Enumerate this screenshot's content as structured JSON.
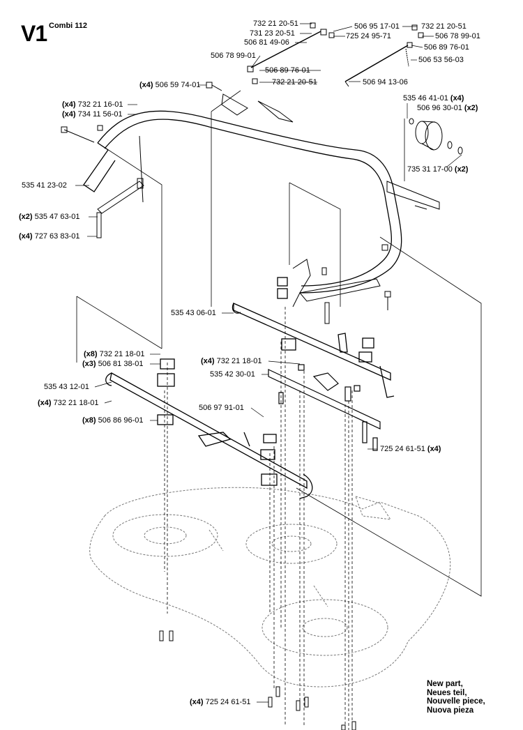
{
  "header": {
    "code": "V1",
    "model": "Combi 112"
  },
  "labels": [
    {
      "id": "p1",
      "qty": "",
      "part": "732 21 20-51"
    },
    {
      "id": "p2",
      "qty": "",
      "part": "506 95 17-01"
    },
    {
      "id": "p3",
      "qty": "",
      "part": "731 23 20-51"
    },
    {
      "id": "p4",
      "qty": "",
      "part": "725 24 95-71"
    },
    {
      "id": "p5",
      "qty": "",
      "part": "506 81 49-06"
    },
    {
      "id": "p6",
      "qty": "",
      "part": "506 78 99-01"
    },
    {
      "id": "p7",
      "qty": "",
      "part": "506 89 76-01"
    },
    {
      "id": "p8",
      "qty": "",
      "part": "732 21 20-51"
    },
    {
      "id": "p9",
      "qty": "",
      "part": "732 21 20-51"
    },
    {
      "id": "p10",
      "qty": "",
      "part": "506 78 99-01"
    },
    {
      "id": "p11",
      "qty": "",
      "part": "506 89 76-01"
    },
    {
      "id": "p12",
      "qty": "",
      "part": "506 53 56-03"
    },
    {
      "id": "p13",
      "qty": "",
      "part": "506 94 13-06"
    },
    {
      "id": "p14",
      "qty": "(x4)",
      "part": "506 59 74-01"
    },
    {
      "id": "p15",
      "qty": "(x4)",
      "part": "732 21 16-01"
    },
    {
      "id": "p16",
      "qty": "(x4)",
      "part": "734 11 56-01"
    },
    {
      "id": "p17",
      "qty": "",
      "part": "535 46 41-01",
      "suffix": "(x4)"
    },
    {
      "id": "p18",
      "qty": "",
      "part": "506 96 30-01",
      "suffix": "(x2)"
    },
    {
      "id": "p19",
      "qty": "",
      "part": "735 31 17-00",
      "suffix": "(x2)"
    },
    {
      "id": "p20",
      "qty": "",
      "part": "535 41 23-02"
    },
    {
      "id": "p21",
      "qty": "(x2)",
      "part": "535 47 63-01"
    },
    {
      "id": "p22",
      "qty": "(x4)",
      "part": "727 63 83-01"
    },
    {
      "id": "p23",
      "qty": "",
      "part": "535 43 06-01"
    },
    {
      "id": "p24",
      "qty": "(x8)",
      "part": "732 21 18-01"
    },
    {
      "id": "p25",
      "qty": "(x3)",
      "part": "506 81 38-01"
    },
    {
      "id": "p26",
      "qty": "(x4)",
      "part": "732 21 18-01"
    },
    {
      "id": "p27",
      "qty": "",
      "part": "535 42 30-01"
    },
    {
      "id": "p28",
      "qty": "",
      "part": "535 43 12-01"
    },
    {
      "id": "p29",
      "qty": "(x4)",
      "part": "732 21 18-01"
    },
    {
      "id": "p30",
      "qty": "",
      "part": "506 97 91-01"
    },
    {
      "id": "p31",
      "qty": "(x8)",
      "part": "506 86 96-01"
    },
    {
      "id": "p32",
      "qty": "",
      "part": "725 24 61-51",
      "suffix": "(x4)"
    },
    {
      "id": "p33",
      "qty": "(x4)",
      "part": "725 24 61-51"
    }
  ],
  "new_part_note": [
    "New part,",
    "Neues teil,",
    "Nouvelle piece,",
    "Nuova pieza"
  ]
}
